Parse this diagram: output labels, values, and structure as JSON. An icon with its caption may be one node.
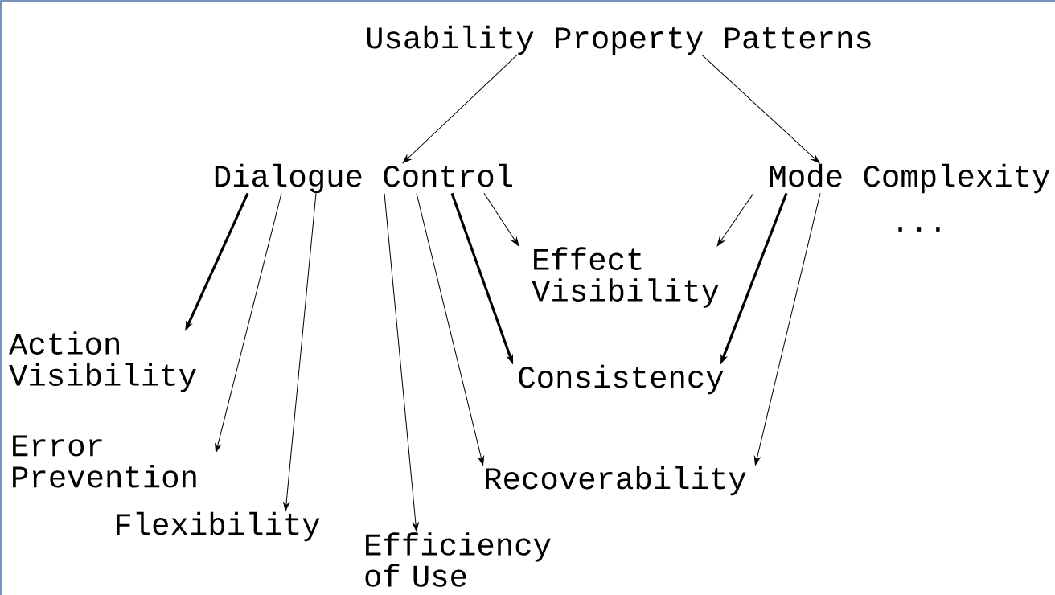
{
  "diagram": {
    "nodes": [
      {
        "text": [
          "Usability Property Patterns"
        ]
      },
      {
        "text": [
          "Dialogue Control"
        ]
      },
      {
        "text": [
          "Mode Complexity"
        ]
      },
      {
        "text": [
          "Effect Visibility"
        ]
      },
      {
        "text": [
          "Action Visibility"
        ]
      },
      {
        "text": [
          "Error Prevention"
        ]
      },
      {
        "text": [
          "Flexibility"
        ]
      },
      {
        "text": [
          "Efficiency of Use"
        ]
      },
      {
        "text": [
          "Consistency"
        ]
      },
      {
        "text": [
          "Recoverability"
        ]
      }
    ],
    "edges": [
      {
        "from": 0,
        "to": 1,
        "arrow": "to"
      },
      {
        "from": 0,
        "to": 2,
        "arrow": "to"
      },
      {
        "from": 1,
        "to": 4,
        "arrow": "to",
        "style": "thick"
      },
      {
        "from": 1,
        "to": 5,
        "arrow": "to"
      },
      {
        "from": 1,
        "to": 6,
        "arrow": "to"
      },
      {
        "from": 1,
        "to": 7,
        "arrow": "to"
      },
      {
        "from": 1,
        "to": 9,
        "arrow": "to"
      },
      {
        "from": 1,
        "to": 8,
        "arrow": "to",
        "style": "thick"
      },
      {
        "from": 1,
        "to": 3,
        "arrow": "to"
      },
      {
        "from": 2,
        "to": 3,
        "arrow": "to"
      },
      {
        "from": 2,
        "to": 8,
        "arrow": "to",
        "style": "thick"
      },
      {
        "from": 2,
        "to": 9,
        "arrow": "to"
      }
    ],
    "labels": [
      "..."
    ]
  }
}
